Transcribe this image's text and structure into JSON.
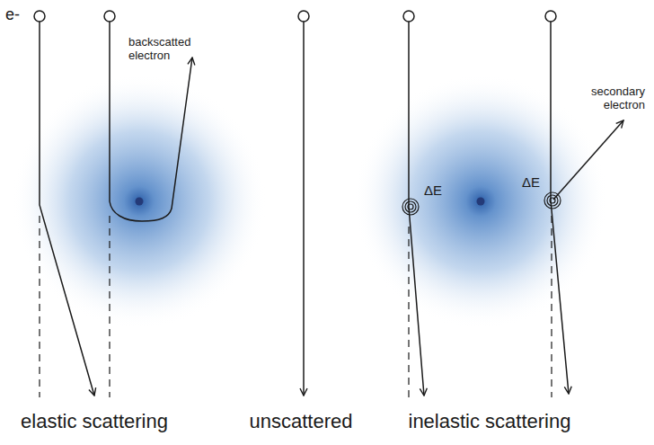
{
  "diagram": {
    "labels": [
      "e-",
      "backscatted electron",
      "secondary electron",
      "ΔE",
      "ΔE",
      "elastic scattering",
      "unscattered",
      "inelastic scattering"
    ]
  }
}
